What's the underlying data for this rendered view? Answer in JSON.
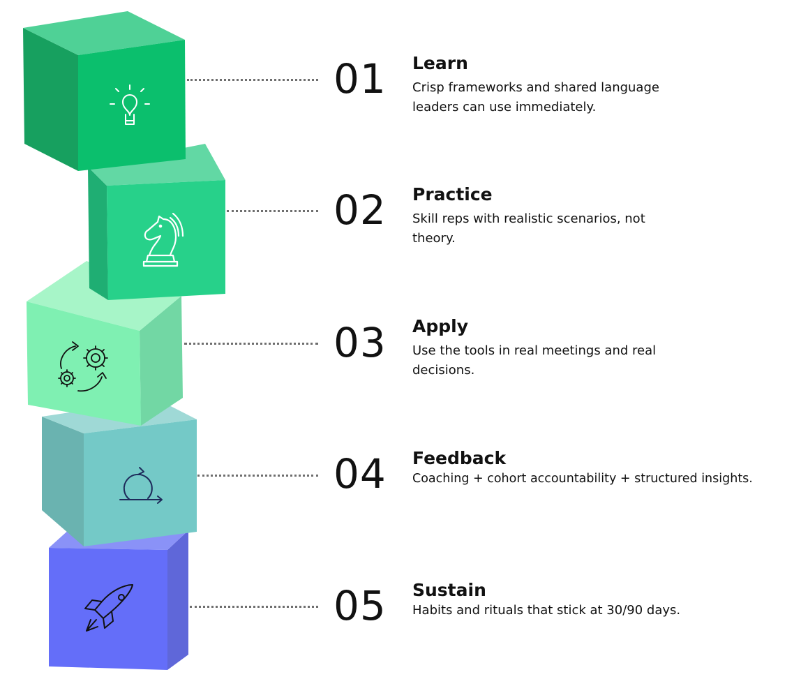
{
  "steps": [
    {
      "number": "01",
      "title": "Learn",
      "description": "Crisp frameworks and shared language leaders can use immediately.",
      "icon": "lightbulb-icon",
      "color": "#0bbf6d"
    },
    {
      "number": "02",
      "title": "Practice",
      "description": "Skill reps with realistic scenarios, not theory.",
      "icon": "chess-knight-icon",
      "color": "#27d18a"
    },
    {
      "number": "03",
      "title": "Apply",
      "description": "Use the tools in real meetings and real decisions.",
      "icon": "gears-cycle-icon",
      "color": "#7df0b0"
    },
    {
      "number": "04",
      "title": "Feedback",
      "description": "Coaching + cohort accountability + structured insights.",
      "icon": "feedback-loop-icon",
      "color": "#74c9c7"
    },
    {
      "number": "05",
      "title": "Sustain",
      "description": "Habits and rituals that stick at 30/90 days.",
      "icon": "rocket-icon",
      "color": "#646ef9"
    }
  ]
}
